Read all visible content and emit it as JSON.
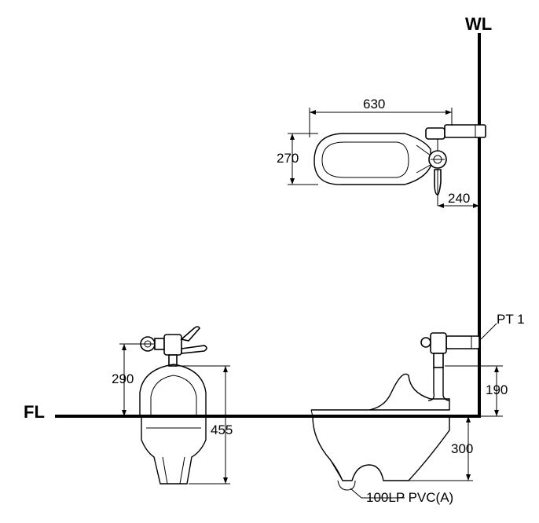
{
  "labels": {
    "wall": "WL",
    "floor": "FL",
    "pipe_tag": "PT 1",
    "drain": "100LP PVC(A)"
  },
  "dimensions": {
    "bowl_length": "630",
    "bowl_width": "270",
    "flush_valve_offset": "240",
    "flush_valve_height_front": "290",
    "bowl_depth": "455",
    "flush_valve_height_side": "190",
    "drain_depth": "300"
  }
}
